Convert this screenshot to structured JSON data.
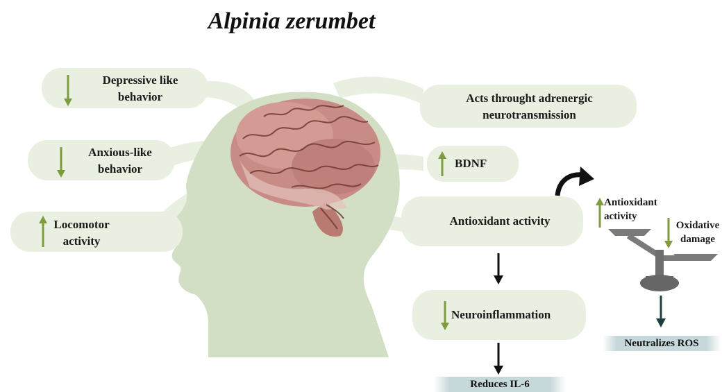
{
  "title": "Alpinia zerumbet",
  "left_effects": [
    {
      "text": "Depressive like behavior",
      "line1": "Depressive like",
      "line2": "behavior",
      "direction": "down"
    },
    {
      "text": "Anxious-like behavior",
      "line1": "Anxious-like",
      "line2": "behavior",
      "direction": "down"
    },
    {
      "text": "Locomotor activity",
      "line1": "Locomotor",
      "line2": "activity",
      "direction": "up"
    }
  ],
  "right_effects": {
    "adrenergic": {
      "line1": "Acts throught adrenergic",
      "line2": "neurotransmission"
    },
    "bdnf": {
      "text": "BDNF",
      "direction": "up"
    },
    "antioxidant": {
      "text": "Antioxidant activity"
    },
    "neuroinflammation": {
      "text": "Neuroinflammation",
      "direction": "down"
    },
    "il6": {
      "text": "Reduces IL-6"
    }
  },
  "balance": {
    "left_label": {
      "line1": "Antioxidant",
      "line2": "activity",
      "direction": "up"
    },
    "right_label": {
      "line1": "Oxidative",
      "line2": "damage",
      "direction": "down"
    },
    "result": "Neutralizes ROS"
  },
  "colors": {
    "green_arrow": "#7e9b3e",
    "pill": "#e9f0e1",
    "head": "#d3dfc4",
    "band": "#c7d8da",
    "brain": "#c98b86"
  }
}
